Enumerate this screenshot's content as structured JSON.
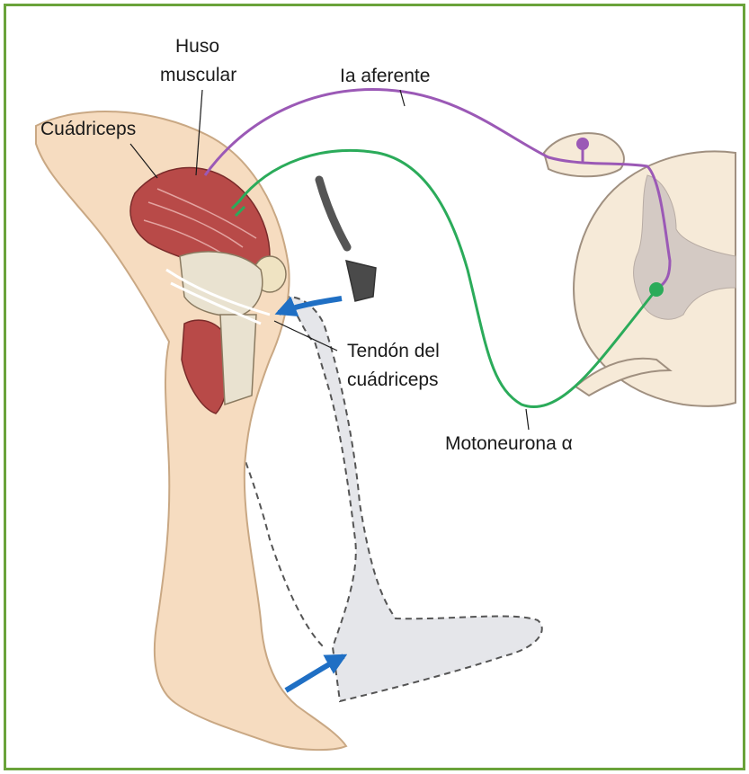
{
  "labels": {
    "huso_line1": "Huso",
    "huso_line2": "muscular",
    "afferent": "Ia aferente",
    "quadriceps": "Cuádriceps",
    "tendon_line1": "Tendón del",
    "tendon_line2": "cuádriceps",
    "motoneuron": "Motoneurona α"
  },
  "colors": {
    "frame": "#6aa33a",
    "afferent_fiber": "#9b59b6",
    "motor_fiber": "#2bab5a",
    "arrow": "#1f6fc4",
    "skin": "#f6dcc0",
    "muscle": "#b84a48",
    "spinal_cord": "#f6ead8",
    "gray_matter": "#d4cac4",
    "shadow_leg": "#e5e6ea"
  }
}
